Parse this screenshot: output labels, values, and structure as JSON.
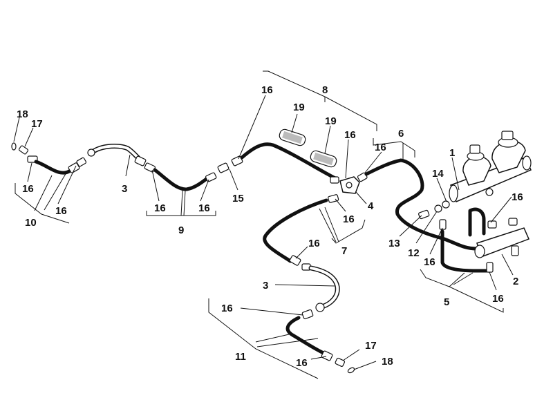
{
  "labels": {
    "l1": "1",
    "l2": "2",
    "l3a": "3",
    "l3b": "3",
    "l4": "4",
    "l5": "5",
    "l6": "6",
    "l7": "7",
    "l8": "8",
    "l9": "9",
    "l10": "10",
    "l11": "11",
    "l12": "12",
    "l13": "13",
    "l14": "14",
    "l15": "15",
    "l16a": "16",
    "l16b": "16",
    "l16c": "16",
    "l16d": "16",
    "l16e": "16",
    "l16f": "16",
    "l16g": "16",
    "l16h": "16",
    "l16i": "16",
    "l16j": "16",
    "l16k": "16",
    "l16l": "16",
    "l16m": "16",
    "l16n": "16",
    "l17a": "17",
    "l17b": "17",
    "l18a": "18",
    "l18b": "18",
    "l19a": "19",
    "l19b": "19"
  }
}
